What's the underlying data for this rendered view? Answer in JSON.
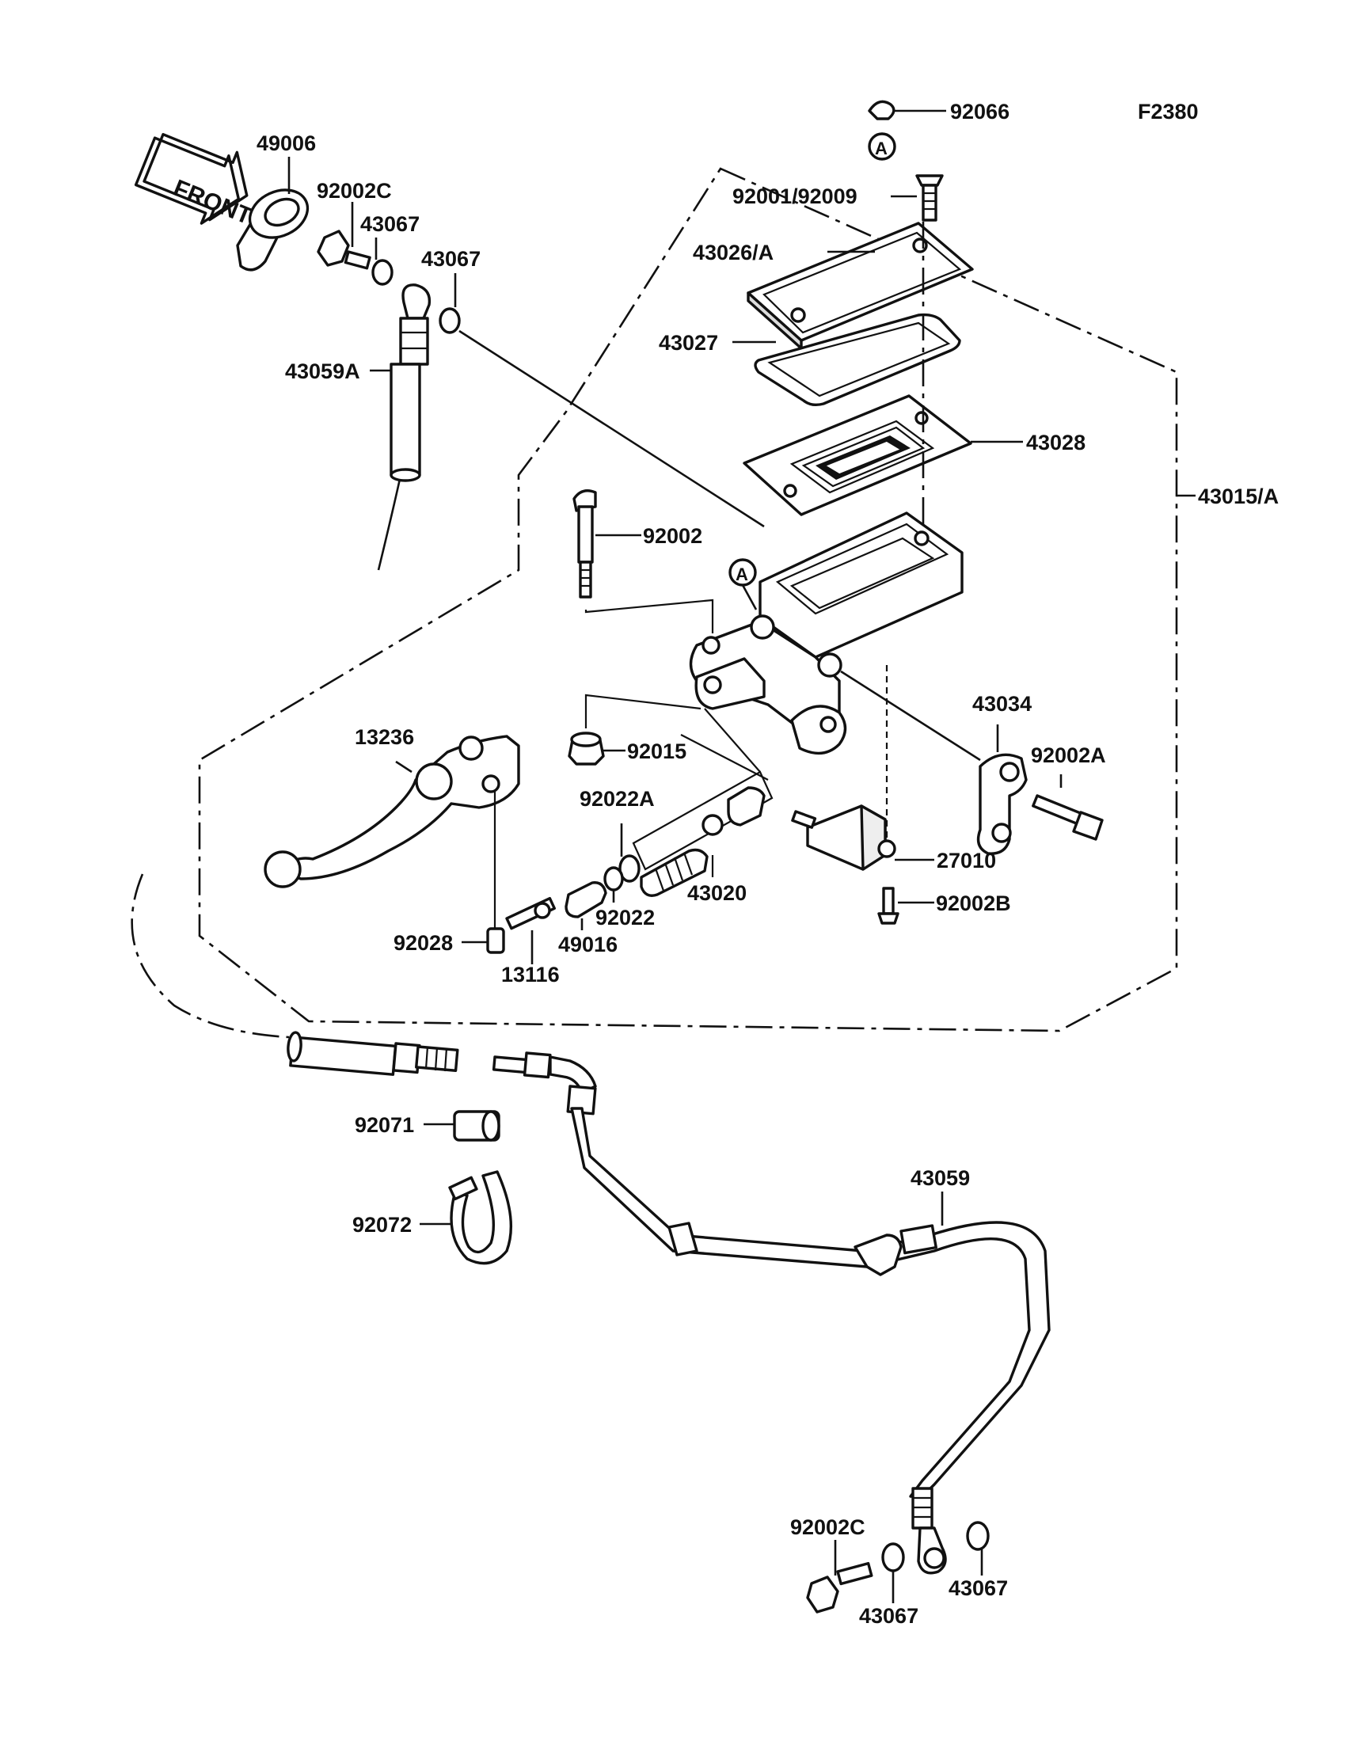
{
  "figure_code": "F2380",
  "front_label": "FRONT",
  "ref_mark": "A",
  "parts": [
    {
      "id": "92066"
    },
    {
      "id": "92001/92009"
    },
    {
      "id": "43026/A"
    },
    {
      "id": "43027"
    },
    {
      "id": "43028"
    },
    {
      "id": "43015/A"
    },
    {
      "id": "92002"
    },
    {
      "id": "43034"
    },
    {
      "id": "92002A"
    },
    {
      "id": "92015"
    },
    {
      "id": "13236"
    },
    {
      "id": "92022A"
    },
    {
      "id": "27010"
    },
    {
      "id": "43020"
    },
    {
      "id": "92002B"
    },
    {
      "id": "92022"
    },
    {
      "id": "49016"
    },
    {
      "id": "92028"
    },
    {
      "id": "13116"
    },
    {
      "id": "49006"
    },
    {
      "id": "92002C"
    },
    {
      "id": "43067"
    },
    {
      "id": "43067"
    },
    {
      "id": "43059A"
    },
    {
      "id": "92071"
    },
    {
      "id": "92072"
    },
    {
      "id": "43059"
    },
    {
      "id": "92002C"
    },
    {
      "id": "43067"
    },
    {
      "id": "43067"
    }
  ]
}
